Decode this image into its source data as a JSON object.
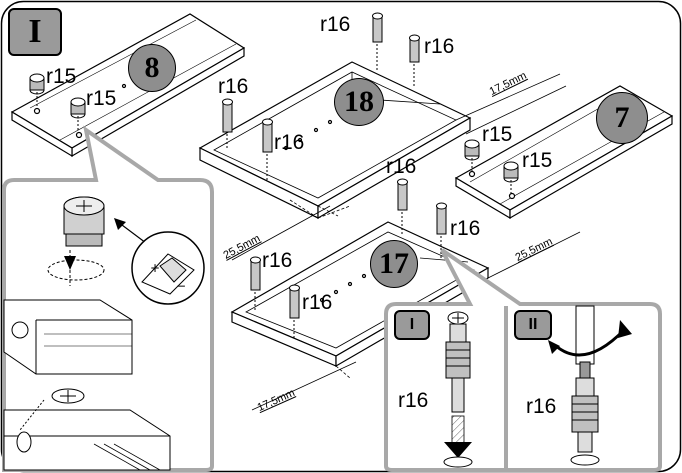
{
  "step_badges": {
    "main": "I",
    "inset_insert": "I",
    "inset_turn": "II"
  },
  "panels": {
    "p8": "8",
    "p18": "18",
    "p7": "7",
    "p17": "17"
  },
  "parts": {
    "r15": "r15",
    "r16": "r16"
  },
  "dimensions": {
    "d17_5": "17,5mm",
    "d25_5": "25,5mm"
  },
  "colors": {
    "badge_fill": "#9a9a9a",
    "panel_number_fill": "#8e8e8e",
    "inset_border": "#a8a8a8",
    "line": "#000000"
  }
}
